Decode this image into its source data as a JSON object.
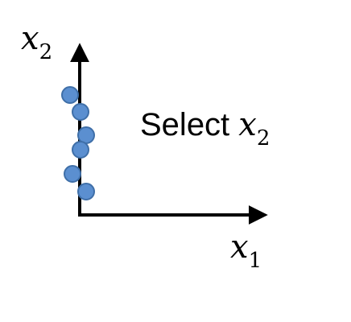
{
  "colors": {
    "axis": "#000000",
    "point_fill": "#5b8fd0",
    "point_stroke": "#3f6fa8",
    "background": "#ffffff"
  },
  "axes": {
    "y_label": {
      "var": "x",
      "sub": "2"
    },
    "x_label": {
      "var": "x",
      "sub": "1"
    }
  },
  "caption": {
    "word": "Select",
    "var": "x",
    "sub": "2"
  },
  "points": {
    "count": 6,
    "marker": "circle"
  }
}
